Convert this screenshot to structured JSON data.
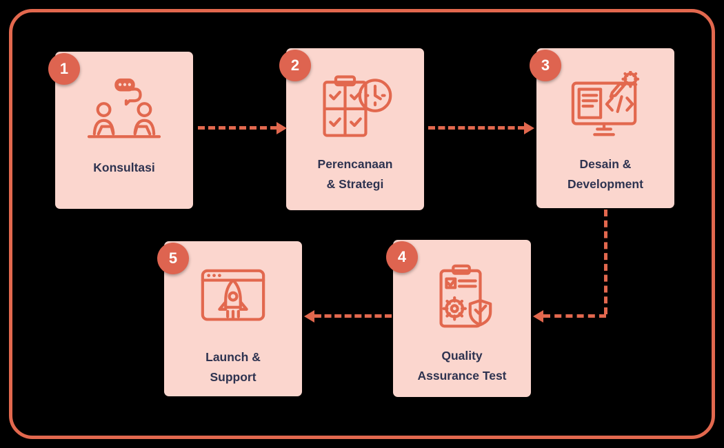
{
  "diagram": {
    "type": "process-flow",
    "description": "5-step website development workflow",
    "colors": {
      "background": "#000000",
      "frame_border": "#e2684e",
      "card_background": "#fbd6ce",
      "badge_background": "#de6450",
      "badge_text": "#ffffff",
      "label_text": "#2e3350",
      "connector": "#e2684e"
    },
    "steps": [
      {
        "number": "1",
        "label": "Konsultasi",
        "lines": [
          "Konsultasi"
        ],
        "icon": "consultation-icon"
      },
      {
        "number": "2",
        "label": "Perencanaan & Strategi",
        "lines": [
          "Perencanaan",
          "& Strategi"
        ],
        "icon": "planning-strategy-icon"
      },
      {
        "number": "3",
        "label": "Desain & Development",
        "lines": [
          "Desain &",
          "Development"
        ],
        "icon": "design-development-icon"
      },
      {
        "number": "4",
        "label": "Quality Assurance Test",
        "lines": [
          "Quality",
          "Assurance Test"
        ],
        "icon": "qa-test-icon"
      },
      {
        "number": "5",
        "label": "Launch & Support",
        "lines": [
          "Launch &",
          "Support"
        ],
        "icon": "launch-support-icon"
      }
    ],
    "flow_order": [
      "1",
      "2",
      "3",
      "4",
      "5"
    ]
  }
}
